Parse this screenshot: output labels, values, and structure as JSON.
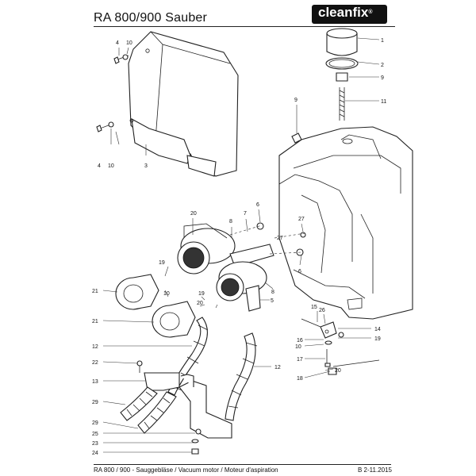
{
  "header": {
    "title": "RA 800/900 Sauber",
    "brand": "cleanfix",
    "brand_mark": "®"
  },
  "footer": {
    "left": "RA 800 / 900 - Sauggebläse / Vacuum motor / Moteur d'aspiration",
    "right": "B 2-11.2015"
  },
  "callouts": {
    "c1": "1",
    "c2": "2",
    "c9a": "9",
    "c11": "11",
    "c9b": "9",
    "c4a": "4",
    "c10a": "10",
    "c4b": "4",
    "c10b": "10",
    "c3": "3",
    "c8a": "8",
    "c7": "7",
    "c6a": "6",
    "c27a": "27",
    "c27b": "27",
    "c6b": "6",
    "c8b": "8",
    "c5": "5",
    "c21a": "21",
    "c21b": "21",
    "c19a": "19",
    "c20a": "20",
    "c19b": "19",
    "c20b": "20",
    "c10c": "10",
    "c12a": "12",
    "c12b": "12",
    "c22": "22",
    "c13": "13",
    "c29a": "29",
    "c29b": "29",
    "c25": "25",
    "c23": "23",
    "c24": "24",
    "c15": "15",
    "c26": "26",
    "c14": "14",
    "c16": "16",
    "c19c": "19",
    "c10d": "10",
    "c17": "17",
    "c20c": "20",
    "c18": "18"
  }
}
